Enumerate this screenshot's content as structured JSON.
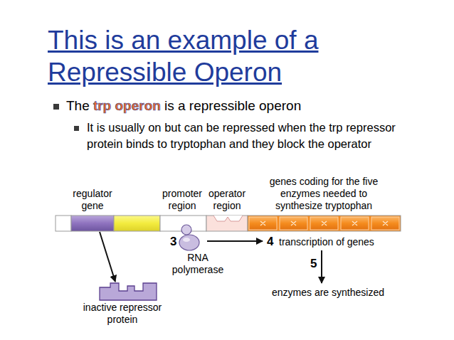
{
  "diagram": {
    "title": "This is an example of a Repressible Operon",
    "nodes": [
      {
        "text": [
          "regulator gene"
        ]
      },
      {
        "text": [
          "promoter region"
        ]
      },
      {
        "text": [
          "operator region"
        ]
      },
      {
        "text": [
          "genes coding for the five enzymes needed to synthesize tryptophan"
        ]
      },
      {
        "text": [
          "RNA polymerase"
        ]
      },
      {
        "text": [
          "inactive repressor protein"
        ]
      }
    ],
    "edges": [
      {
        "from": 0,
        "to": 5,
        "arrow": "to"
      }
    ],
    "labels": [
      "The",
      "trp operon",
      "is a repressible operon",
      "It is usually on but can be repressed when the trp repressor protein binds to tryptophan and they block the operator",
      "3",
      "4",
      "transcription of genes",
      "5",
      "enzymes are synthesized"
    ]
  }
}
